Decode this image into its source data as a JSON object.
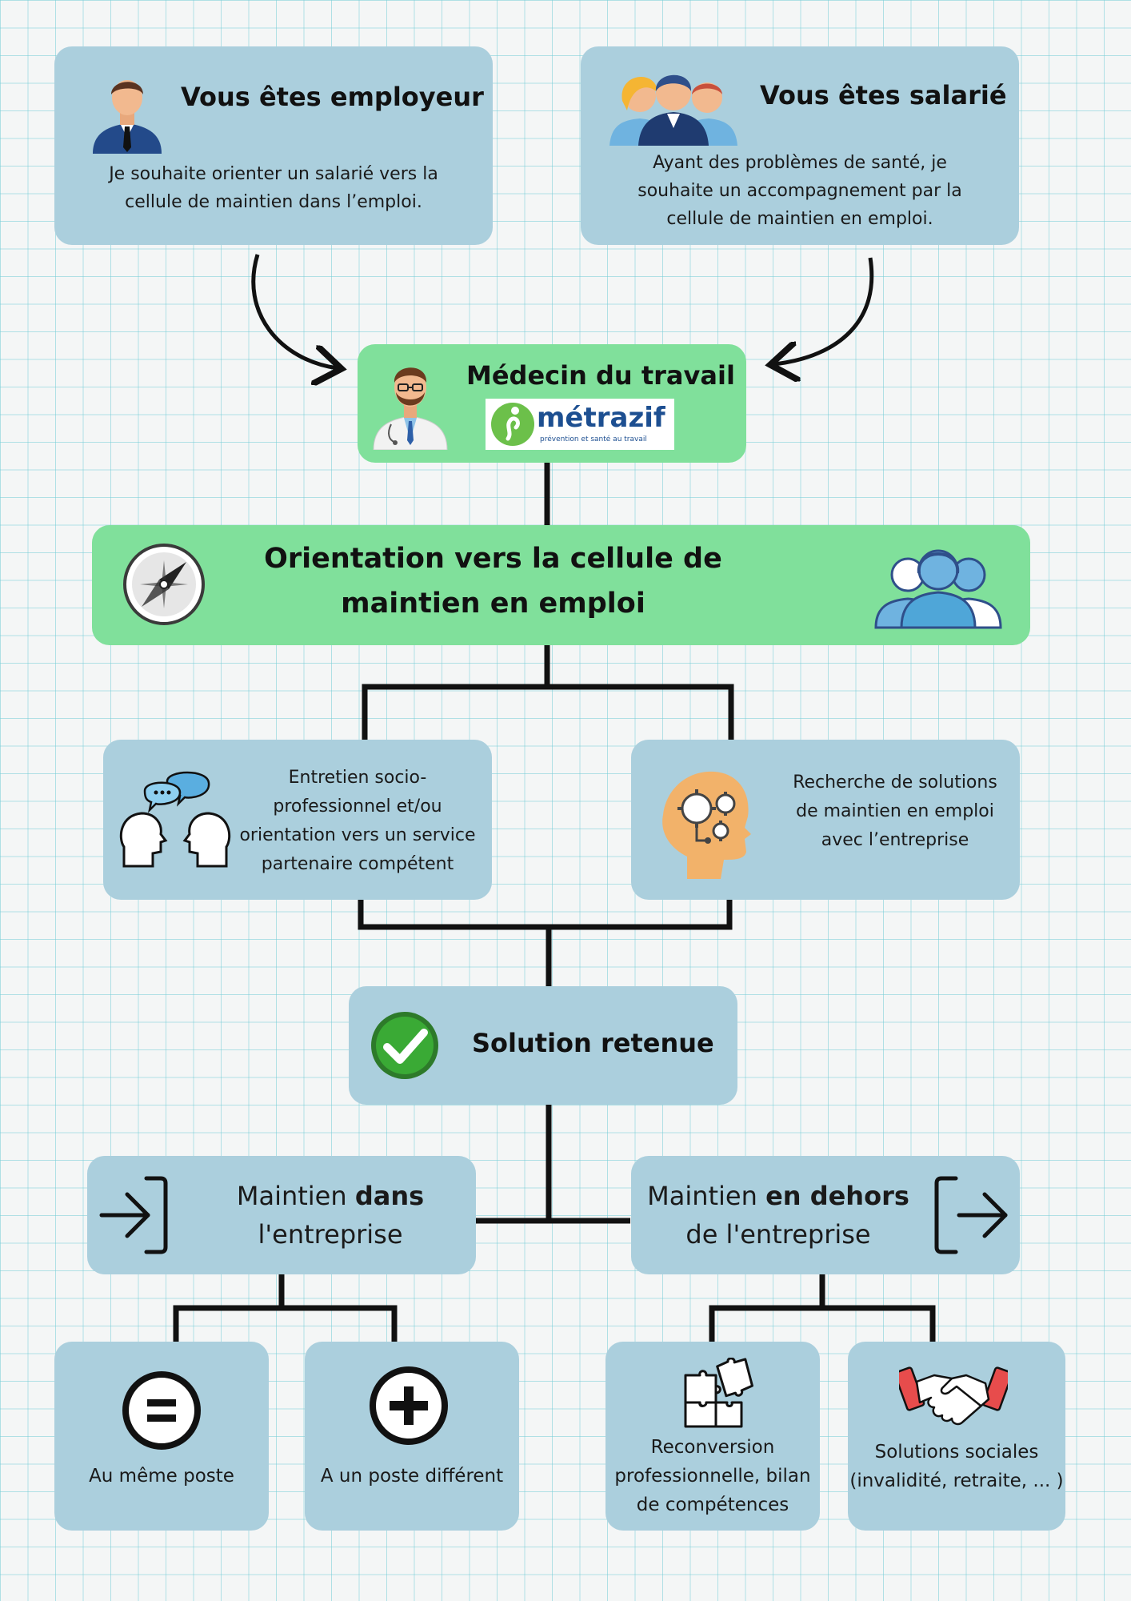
{
  "employer": {
    "title": "Vous êtes employeur",
    "text_line1": "Je souhaite orienter un salarié vers la",
    "text_line2": "cellule de maintien dans l’emploi."
  },
  "employee": {
    "title": "Vous êtes salarié",
    "text_line1": "Ayant des problèmes de santé, je",
    "text_line2": "souhaite un accompagnement par la",
    "text_line3": "cellule de maintien en emploi."
  },
  "doctor": {
    "title": "Médecin du travail",
    "logo_text": "métrazif",
    "logo_tagline": "prévention et santé au travail"
  },
  "orientation": {
    "line1": "Orientation vers la cellule de",
    "line2": "maintien en emploi"
  },
  "interview": {
    "line1": "Entretien socio-",
    "line2": "professionnel et/ou",
    "line3": "orientation vers un service",
    "line4": "partenaire compétent"
  },
  "research": {
    "line1": "Recherche de solutions",
    "line2": "de maintien en emploi",
    "line3": "avec l’entreprise"
  },
  "solution": {
    "title": "Solution retenue"
  },
  "inside": {
    "prefix": "Maintien ",
    "bold": "dans",
    "line2": "l'entreprise"
  },
  "outside": {
    "prefix": "Maintien ",
    "bold": "en dehors",
    "line2": "de l'entreprise"
  },
  "same_post": {
    "label": "Au même poste"
  },
  "other_post": {
    "label": "A un poste différent"
  },
  "reconversion": {
    "line1": "Reconversion",
    "line2": "professionnelle, bilan",
    "line3": "de compétences"
  },
  "social": {
    "line1": "Solutions sociales",
    "line2": "(invalidité, retraite, ... )"
  },
  "colors": {
    "box_blue": "#abcfdd",
    "box_green": "#80e09b",
    "grid": "#78cdd7",
    "check_green": "#3aaa35",
    "logo_green": "#6cc04a",
    "logo_blue": "#1d4f91"
  },
  "icons": [
    "businessman-icon",
    "team-icon",
    "doctor-icon",
    "metrazif-logo",
    "compass-icon",
    "group-icon",
    "conversation-icon",
    "brain-gears-icon",
    "checkmark-icon",
    "arrow-in-icon",
    "arrow-out-icon",
    "equals-icon",
    "plus-icon",
    "puzzle-icon",
    "handshake-icon"
  ]
}
